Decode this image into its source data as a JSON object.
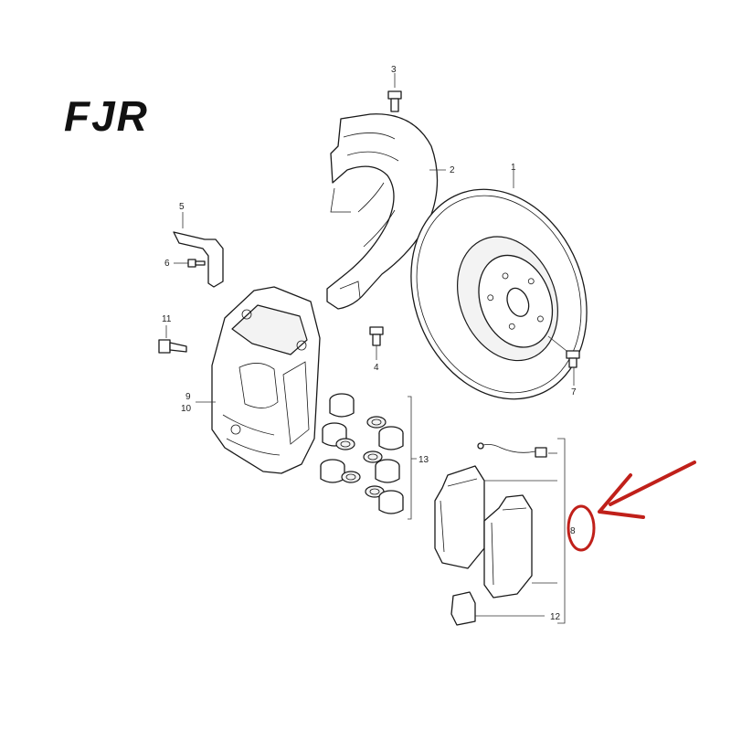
{
  "brand": {
    "logo_text": "FJR"
  },
  "callouts": {
    "p1": "1",
    "p2": "2",
    "p3": "3",
    "p4": "4",
    "p5": "5",
    "p6": "6",
    "p7": "7",
    "p8": "8",
    "p9": "9",
    "p10": "10",
    "p11": "11",
    "p12": "12",
    "p13": "13"
  },
  "annotation": {
    "color": "#c0201a"
  },
  "colors": {
    "line": "#1a1a1a",
    "background": "#ffffff"
  }
}
